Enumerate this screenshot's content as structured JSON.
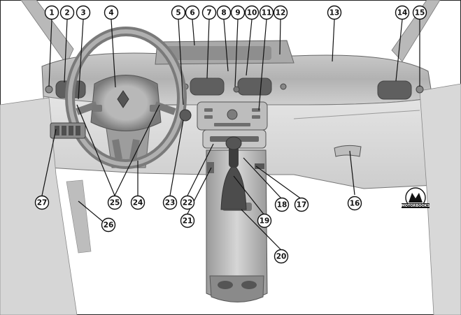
{
  "callouts": [
    {
      "n": "1"
    },
    {
      "n": "2"
    },
    {
      "n": "3"
    },
    {
      "n": "4"
    },
    {
      "n": "5"
    },
    {
      "n": "6"
    },
    {
      "n": "7"
    },
    {
      "n": "8"
    },
    {
      "n": "9"
    },
    {
      "n": "10"
    },
    {
      "n": "11"
    },
    {
      "n": "12"
    },
    {
      "n": "13"
    },
    {
      "n": "14"
    },
    {
      "n": "15"
    },
    {
      "n": "16"
    },
    {
      "n": "17"
    },
    {
      "n": "18"
    },
    {
      "n": "19"
    },
    {
      "n": "20"
    },
    {
      "n": "21"
    },
    {
      "n": "22"
    },
    {
      "n": "23"
    },
    {
      "n": "24"
    },
    {
      "n": "25"
    },
    {
      "n": "26"
    },
    {
      "n": "27"
    }
  ],
  "logo": {
    "text": "MOTORBOOKS"
  },
  "colors": {
    "background": "#ffffff",
    "dash_light": "#dcdcdc",
    "dash_mid": "#a8a8a8",
    "dash_dark": "#5a5a5a",
    "line": "#111111"
  }
}
